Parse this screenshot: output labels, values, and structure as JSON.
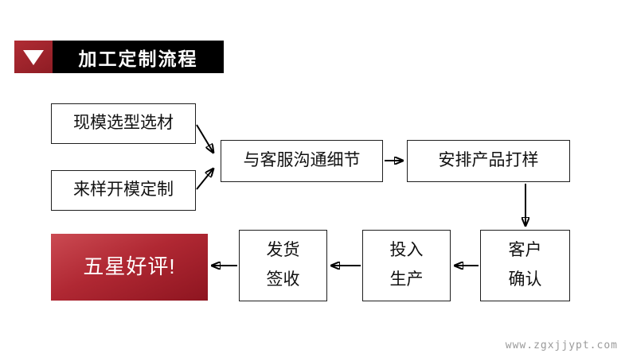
{
  "header": {
    "title": "加工定制流程"
  },
  "flow": {
    "nodes": [
      {
        "id": "mold-selection",
        "label": "现模选型选材"
      },
      {
        "id": "sample-mold-custom",
        "label": "来样开模定制"
      },
      {
        "id": "service-communication",
        "label": "与客服沟通细节"
      },
      {
        "id": "product-sampling",
        "label": "安排产品打样"
      },
      {
        "id": "customer-confirm",
        "label": "客户\n确认"
      },
      {
        "id": "start-production",
        "label": "投入\n生产"
      },
      {
        "id": "delivery-sign",
        "label": "发货\n签收"
      },
      {
        "id": "five-star-review",
        "label": "五星好评!"
      }
    ]
  },
  "footer": {
    "website": "www.zgxjjypt.com"
  },
  "colors": {
    "title_bar_bg": "#000000",
    "marker_red": "#8e1c24",
    "review_gradient_start": "#cb4a52",
    "review_gradient_end": "#8e1520",
    "box_border": "#1f1f1f",
    "arrow": "#000000",
    "footer_text": "#9a9a9a"
  }
}
